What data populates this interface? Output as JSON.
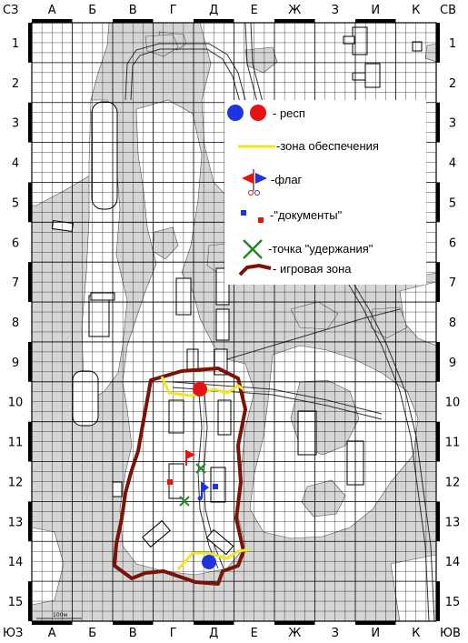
{
  "corners": {
    "nw": "СЗ",
    "ne": "СВ",
    "sw": "ЮЗ",
    "se": "ЮВ"
  },
  "columns": [
    "А",
    "Б",
    "В",
    "Г",
    "Д",
    "Е",
    "Ж",
    "З",
    "И",
    "К"
  ],
  "rows": [
    "1",
    "2",
    "3",
    "4",
    "5",
    "6",
    "7",
    "8",
    "9",
    "10",
    "11",
    "12",
    "13",
    "14",
    "15"
  ],
  "scale_label": "100м",
  "legend": {
    "resp": "- респ",
    "zone": "-зона  обеспечения",
    "flag": "-флаг",
    "docs": "-\"документы\"",
    "hold": "-точка \"удержания\"",
    "game_zone": "- игровая зона"
  },
  "colors": {
    "map_bg": "#d5d5d5",
    "clearing": "#ffffff",
    "grid": "#000000",
    "blue_team": "#1c35e0",
    "red_team": "#e81212",
    "zone_line": "#f2e61c",
    "hold_mark": "#1f8a1f",
    "game_zone_border": "#7a1208"
  }
}
